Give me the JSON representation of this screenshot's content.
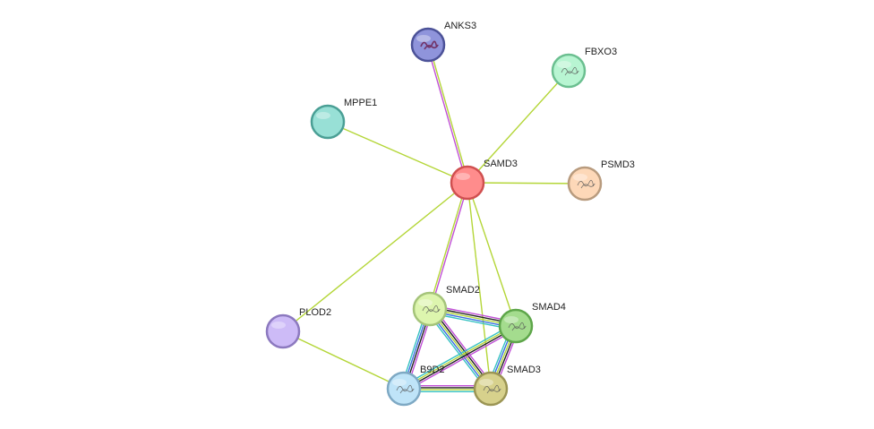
{
  "network": {
    "nodes": [
      {
        "id": "SAMD3",
        "label": "SAMD3",
        "fill": "#ff8c8c",
        "stroke": "#d05050",
        "glyph": "none"
      },
      {
        "id": "ANKS3",
        "label": "ANKS3",
        "fill": "#8f94db",
        "stroke": "#4c5298",
        "glyph": "protein-structure-icon"
      },
      {
        "id": "FBXO3",
        "label": "FBXO3",
        "fill": "#b8f5d2",
        "stroke": "#6bbf90",
        "glyph": "protein-structure-icon"
      },
      {
        "id": "MPPE1",
        "label": "MPPE1",
        "fill": "#98e0d6",
        "stroke": "#4a9f95",
        "glyph": "none"
      },
      {
        "id": "PSMD3",
        "label": "PSMD3",
        "fill": "#fdd8b8",
        "stroke": "#b89b7e",
        "glyph": "protein-structure-icon"
      },
      {
        "id": "PLOD2",
        "label": "PLOD2",
        "fill": "#cdbbf7",
        "stroke": "#8c79bf",
        "glyph": "none"
      },
      {
        "id": "SMAD2",
        "label": "SMAD2",
        "fill": "#ddf5ae",
        "stroke": "#a5c47a",
        "glyph": "protein-structure-icon"
      },
      {
        "id": "SMAD4",
        "label": "SMAD4",
        "fill": "#a4dc8e",
        "stroke": "#5ea64a",
        "glyph": "protein-structure-icon"
      },
      {
        "id": "B9D2",
        "label": "B9D2",
        "fill": "#bfe4f8",
        "stroke": "#7ea9c4",
        "glyph": "protein-structure-icon"
      },
      {
        "id": "SMAD3",
        "label": "SMAD3",
        "fill": "#d7d18c",
        "stroke": "#9b9554",
        "glyph": "protein-structure-icon"
      }
    ],
    "edges": [
      {
        "source": "SAMD3",
        "target": "ANKS3",
        "colors": [
          "#c04fd6",
          "#b4d638"
        ]
      },
      {
        "source": "SAMD3",
        "target": "FBXO3",
        "colors": [
          "#b4d638"
        ]
      },
      {
        "source": "SAMD3",
        "target": "MPPE1",
        "colors": [
          "#b4d638"
        ]
      },
      {
        "source": "SAMD3",
        "target": "PSMD3",
        "colors": [
          "#b4d638"
        ]
      },
      {
        "source": "SAMD3",
        "target": "PLOD2",
        "colors": [
          "#b4d638"
        ]
      },
      {
        "source": "SAMD3",
        "target": "SMAD2",
        "colors": [
          "#c04fd6",
          "#b4d638"
        ]
      },
      {
        "source": "SAMD3",
        "target": "SMAD4",
        "colors": [
          "#b4d638"
        ]
      },
      {
        "source": "SAMD3",
        "target": "SMAD3",
        "colors": [
          "#b4d638"
        ]
      },
      {
        "source": "PLOD2",
        "target": "B9D2",
        "colors": [
          "#b4d638"
        ]
      },
      {
        "source": "SMAD2",
        "target": "SMAD4",
        "colors": [
          "#c04fd6",
          "#222222",
          "#b4d638",
          "#3a6fe0",
          "#37c2c2"
        ]
      },
      {
        "source": "SMAD2",
        "target": "SMAD3",
        "colors": [
          "#c04fd6",
          "#222222",
          "#b4d638",
          "#3a6fe0",
          "#37c2c2"
        ]
      },
      {
        "source": "SMAD2",
        "target": "B9D2",
        "colors": [
          "#c04fd6",
          "#222222",
          "#3a6fe0",
          "#37c2c2"
        ]
      },
      {
        "source": "SMAD4",
        "target": "SMAD3",
        "colors": [
          "#c04fd6",
          "#222222",
          "#b4d638",
          "#3a6fe0",
          "#37c2c2"
        ]
      },
      {
        "source": "SMAD4",
        "target": "B9D2",
        "colors": [
          "#c04fd6",
          "#222222",
          "#b4d638",
          "#37c2c2"
        ]
      },
      {
        "source": "B9D2",
        "target": "SMAD3",
        "colors": [
          "#c04fd6",
          "#222222",
          "#b4d638",
          "#37c2c2"
        ]
      }
    ]
  }
}
